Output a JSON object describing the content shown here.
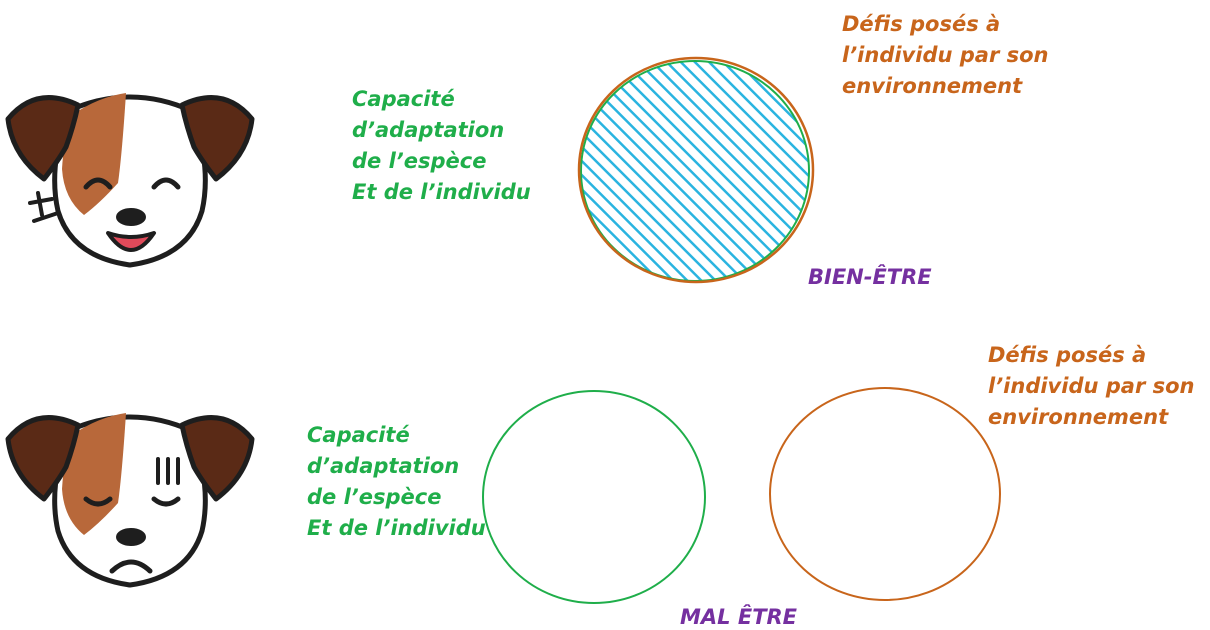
{
  "wellbeing": {
    "adaptation_lines": [
      "Capacité",
      "d’adaptation",
      "de l’espèce",
      "Et de l’individu"
    ],
    "challenge_lines": [
      "Défis posés à",
      "l’individu par son",
      "environnement"
    ],
    "state_label": "BIEN-ÊTRE",
    "dog_expression": "happy-dog-icon"
  },
  "illbeing": {
    "adaptation_lines": [
      "Capacité",
      "d’adaptation",
      "de l’espèce",
      "Et de l’individu"
    ],
    "challenge_lines": [
      "Défis posés à",
      "l’individu par son",
      "environnement"
    ],
    "state_label": "MAL ÊTRE",
    "dog_expression": "sad-dog-icon"
  },
  "colors": {
    "adaptation": "#1fae4a",
    "challenge": "#c8651b",
    "state": "#7530a0",
    "hatch": "#2ab4e0"
  }
}
